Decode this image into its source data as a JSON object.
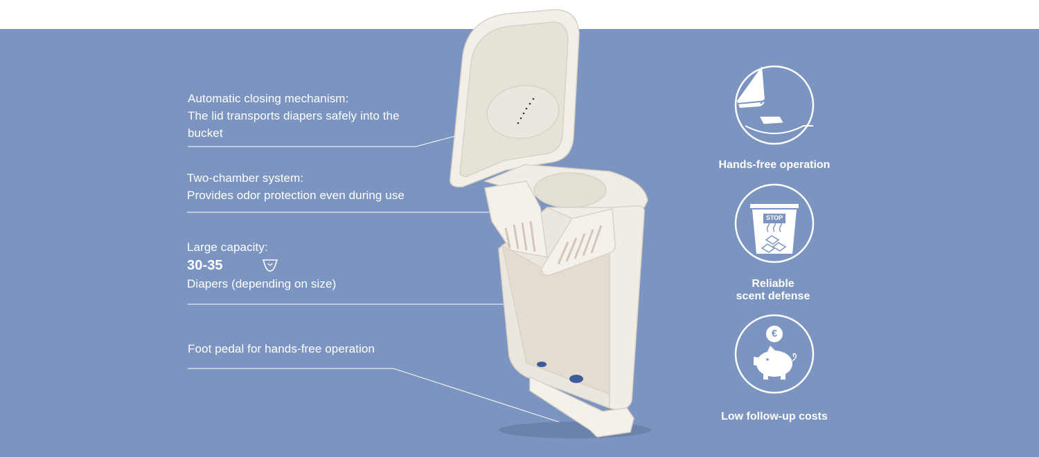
{
  "callouts": {
    "lid": {
      "title": "Automatic closing mechanism:",
      "line1": "The lid transports diapers safely into the",
      "line2": "bucket"
    },
    "chamber": {
      "title": "Two-chamber system:",
      "line1": "Provides odor protection even during use"
    },
    "capacity": {
      "title": "Large capacity:",
      "amount": "30-35",
      "line1": "Diapers (depending on size)"
    },
    "pedal": {
      "title": "Foot pedal for hands-free operation"
    }
  },
  "features": [
    {
      "label": "Hands-free operation",
      "icon": "foot-pedal-icon"
    },
    {
      "label_line1": "Reliable",
      "label_line2": "scent defense",
      "icon": "odor-stop-bucket-icon",
      "badge": "STOP"
    },
    {
      "label": "Low follow-up costs",
      "icon": "piggy-bank-icon",
      "currency": "€"
    }
  ],
  "colors": {
    "background": "#7b95c0",
    "text": "#ffffff",
    "product": "#efebe3"
  }
}
